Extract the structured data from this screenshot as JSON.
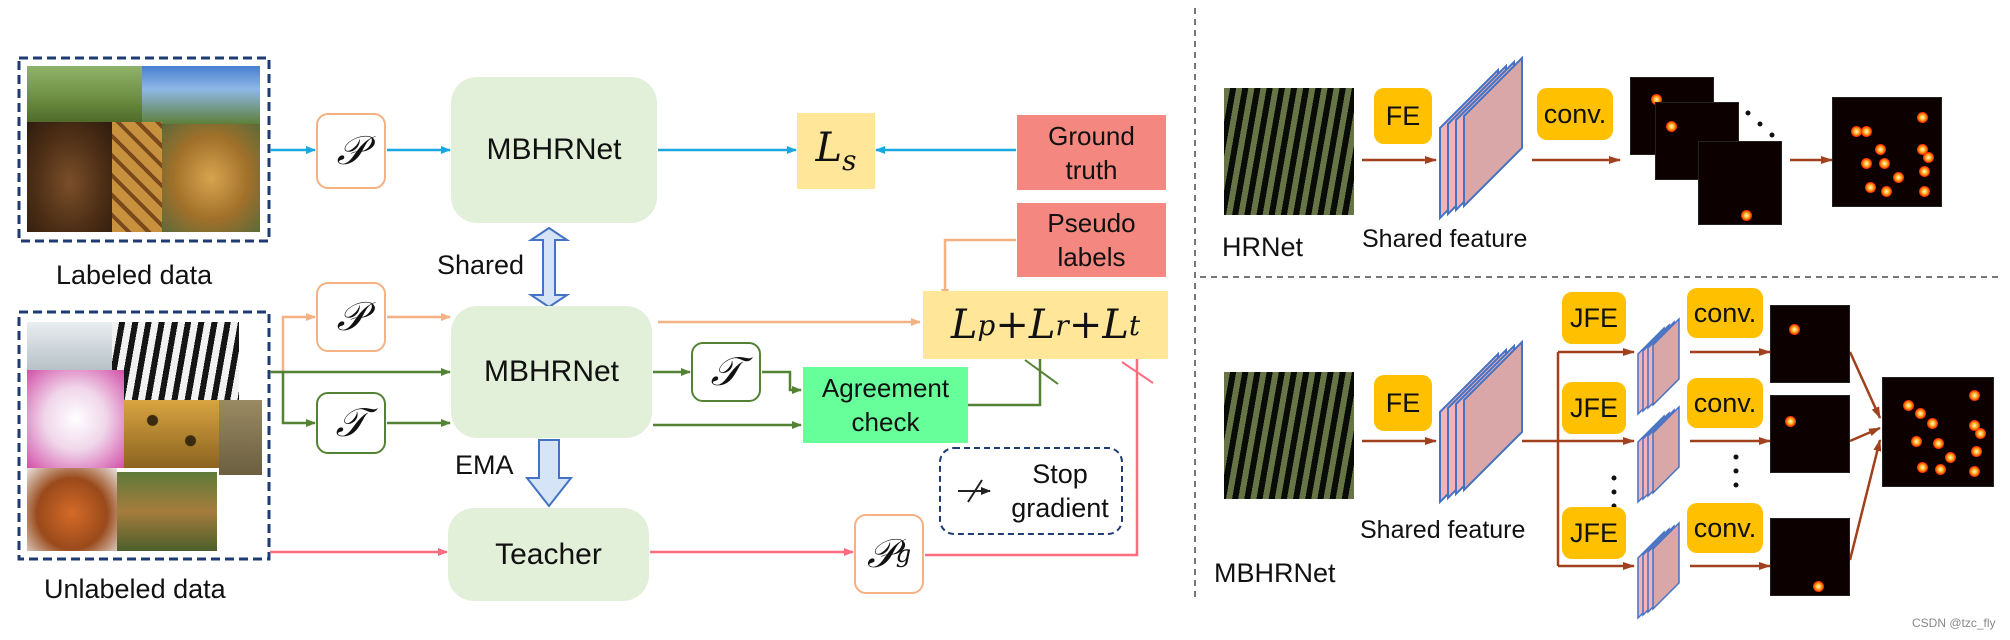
{
  "left": {
    "labeled_caption": "Labeled data",
    "unlabeled_caption": "Unlabeled data",
    "mbhrnet_top": "MBHRNet",
    "mbhrnet_mid": "MBHRNet",
    "teacher": "Teacher",
    "shared": "Shared",
    "ema": "EMA",
    "op_p": "𝒫",
    "op_t": "𝒯",
    "op_pg_main": "𝒫",
    "op_pg_sub": "g",
    "loss_s_main": "L",
    "loss_s_sub": "s",
    "loss_total_html": "<i>L</i><sub>p</sub> + <i>L</i><sub>r</sub> + <i>L</i><sub>t</sub>",
    "ground_truth_1": "Ground",
    "ground_truth_2": "truth",
    "pseudo_labels_1": "Pseudo",
    "pseudo_labels_2": "labels",
    "agreement_1": "Agreement",
    "agreement_2": "check",
    "stop_gradient_1": "Stop",
    "stop_gradient_2": "gradient"
  },
  "right_top": {
    "fe": "FE",
    "conv": "conv.",
    "shared_feature": "Shared feature",
    "model_name": "HRNet"
  },
  "right_bottom": {
    "fe": "FE",
    "jfe": "JFE",
    "conv": "conv.",
    "shared_feature": "Shared feature",
    "model_name": "MBHRNet"
  },
  "watermark": "CSDN @tzc_fly",
  "colors": {
    "supervised_arrow": "#1aa7e0",
    "pseudo_arrow": "#f4b183",
    "transform_arrow": "#548235",
    "teacher_arrow": "#ff6b7f",
    "brown_arrow": "#a0401c",
    "dashed_frame": "#1f3b73",
    "loss_bg": "#ffe699",
    "agreement_bg": "#66ff99",
    "salmon_bg": "#f4877f",
    "yellow_chip": "#ffc000"
  }
}
